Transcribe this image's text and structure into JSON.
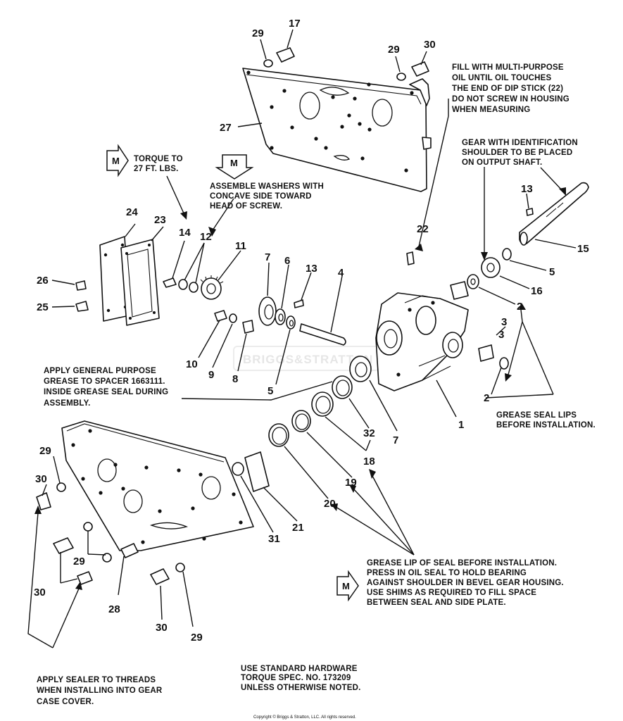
{
  "part_numbers": {
    "n1": "1",
    "n2a": "2",
    "n2b": "2",
    "n3a": "3",
    "n3b": "3",
    "n4": "4",
    "n5a": "5",
    "n5b": "5",
    "n6": "6",
    "n7a": "7",
    "n7b": "7",
    "n8": "8",
    "n9": "9",
    "n10": "10",
    "n11": "11",
    "n12": "12",
    "n13a": "13",
    "n13b": "13",
    "n14": "14",
    "n15": "15",
    "n16": "16",
    "n17": "17",
    "n18": "18",
    "n19": "19",
    "n20": "20",
    "n21": "21",
    "n22": "22",
    "n23": "23",
    "n24": "24",
    "n25": "25",
    "n26": "26",
    "n27": "27",
    "n28": "28",
    "n29a": "29",
    "n29b": "29",
    "n29c": "29",
    "n29d": "29",
    "n29e": "29",
    "n30a": "30",
    "n30b": "30",
    "n30c": "30",
    "n30d": "30",
    "n31": "31",
    "n32": "32"
  },
  "notes": {
    "oil_fill": [
      "FILL WITH MULTI-PURPOSE",
      "OIL UNTIL OIL TOUCHES",
      "THE END OF DIP STICK (22)",
      "DO NOT SCREW IN HOUSING",
      "WHEN MEASURING"
    ],
    "gear_id": [
      "GEAR WITH IDENTIFICATION",
      "SHOULDER TO BE PLACED",
      "ON OUTPUT SHAFT."
    ],
    "torque": [
      "TORQUE TO",
      "27 FT. LBS."
    ],
    "washers": [
      "ASSEMBLE WASHERS WITH",
      "CONCAVE SIDE TOWARD",
      "HEAD OF SCREW."
    ],
    "grease_spacer": [
      "APPLY GENERAL PURPOSE",
      "GREASE TO SPACER 1663111.",
      "INSIDE GREASE SEAL DURING",
      "ASSEMBLY."
    ],
    "grease_seal_lips": [
      "GREASE SEAL LIPS",
      "BEFORE INSTALLATION."
    ],
    "grease_lip_seal": [
      "GREASE LIP OF SEAL BEFORE INSTALLATION.",
      "PRESS IN OIL SEAL TO HOLD BEARING",
      "AGAINST SHOULDER IN BEVEL GEAR HOUSING.",
      "USE SHIMS AS REQUIRED TO FILL SPACE",
      "BETWEEN SEAL AND SIDE PLATE."
    ],
    "sealer": [
      "APPLY SEALER TO THREADS",
      "WHEN INSTALLING INTO GEAR",
      "CASE COVER."
    ],
    "hardware": [
      "USE STANDARD HARDWARE",
      "TORQUE SPEC. NO. 173209",
      "UNLESS OTHERWISE NOTED."
    ]
  },
  "markers": {
    "m1": "M",
    "m2": "M",
    "m3": "M"
  },
  "watermark": "BRIGGS&STRATTON",
  "copyright": "Copyright © Briggs & Stratton, LLC. All rights reserved."
}
